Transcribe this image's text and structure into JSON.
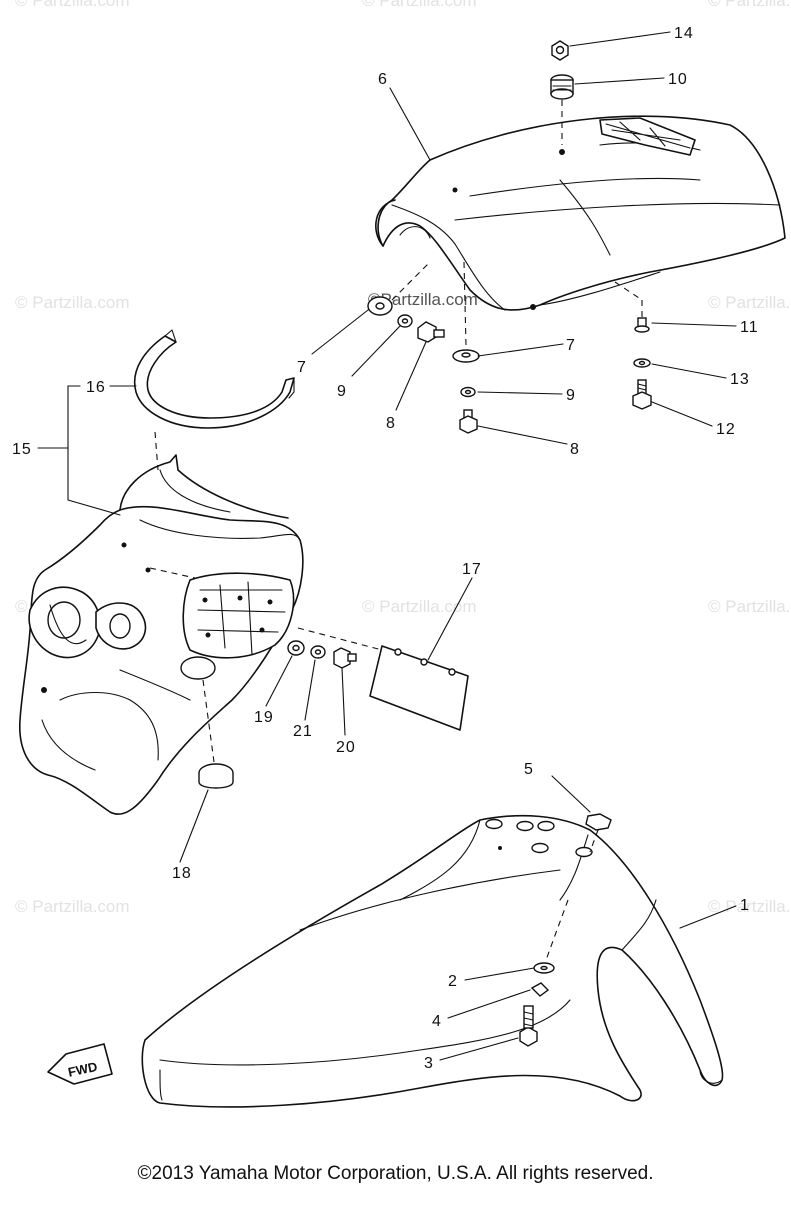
{
  "watermark": "© Partzilla.com",
  "watermark_center": "©Partzilla.com",
  "callouts": {
    "c1": "1",
    "c2": "2",
    "c3": "3",
    "c4": "4",
    "c5": "5",
    "c6": "6",
    "c7a": "7",
    "c7b": "7",
    "c8a": "8",
    "c8b": "8",
    "c9a": "9",
    "c9b": "9",
    "c10": "10",
    "c11": "11",
    "c12": "12",
    "c13": "13",
    "c14": "14",
    "c15": "15",
    "c16": "16",
    "c17": "17",
    "c18": "18",
    "c19": "19",
    "c20": "20",
    "c21": "21"
  },
  "fwd_label": "FWD",
  "copyright": "©2013 Yamaha Motor Corporation, U.S.A. All rights reserved."
}
